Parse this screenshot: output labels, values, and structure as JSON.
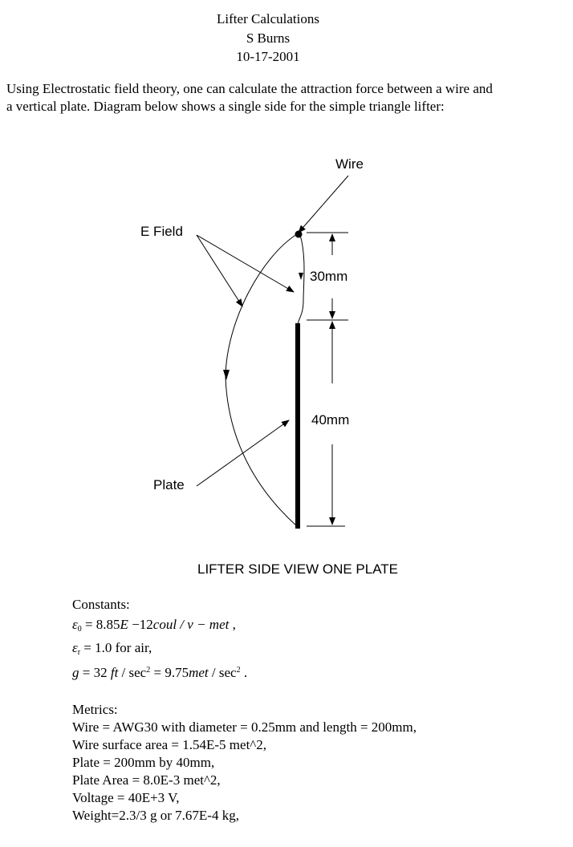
{
  "header": {
    "title": "Lifter Calculations",
    "author": "S Burns",
    "date": "10-17-2001"
  },
  "intro": {
    "line1": "Using Electrostatic field theory, one can calculate the attraction force between a wire and",
    "line2": "a vertical plate. Diagram below shows a single side for the simple triangle lifter:"
  },
  "diagram": {
    "wire_label": "Wire",
    "efield_label": "E Field",
    "gap_label": "30mm",
    "plate_height_label": "40mm",
    "plate_label": "Plate",
    "caption": "LIFTER SIDE VIEW ONE PLATE"
  },
  "constants": {
    "heading": "Constants:",
    "eps0": {
      "symbol": "ε",
      "sub": "0",
      "eq": " = 8.85",
      "E": "E",
      "exp": " −12",
      "unit": "coul / v − met",
      "tail": " ,"
    },
    "epsr": {
      "symbol": "ε",
      "sub": "r",
      "eq": " = 1.0",
      "tail": " for air,"
    },
    "g": {
      "symbol": "g",
      "eq": " = 32 ",
      "u1": "ft",
      "s1": " / sec",
      "p1": "2",
      "eq2": " = 9.75",
      "u2": "met",
      "s2": " / sec",
      "p2": "2",
      "tail": " ."
    }
  },
  "metrics": {
    "heading": "Metrics:",
    "lines": [
      "Wire = AWG30 with diameter = 0.25mm and length = 200mm,",
      "Wire surface area = 1.54E-5 met^2,",
      "Plate = 200mm by 40mm,",
      "Plate Area = 8.0E-3 met^2,",
      "Voltage = 40E+3 V,",
      "Weight=2.3/3 g or 7.67E-4 kg,"
    ]
  }
}
